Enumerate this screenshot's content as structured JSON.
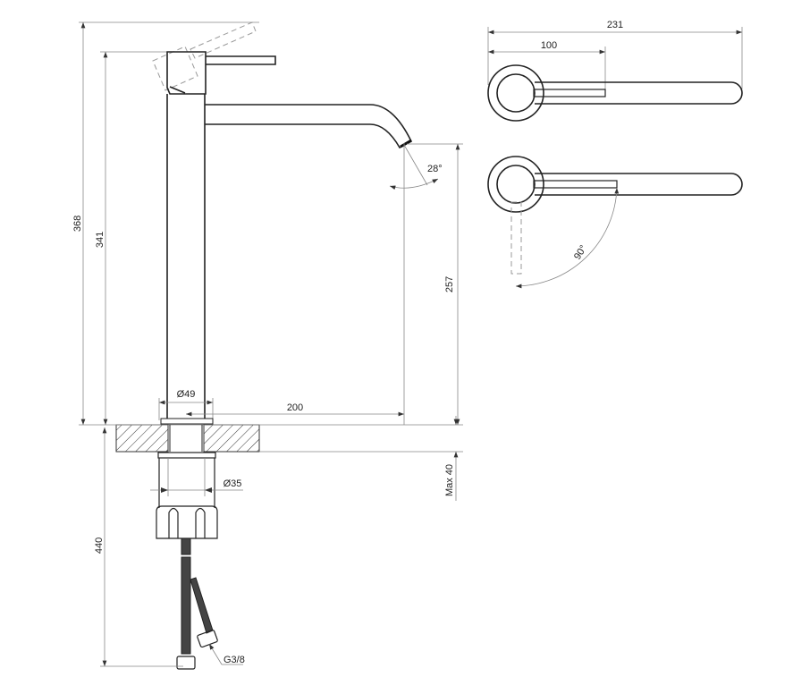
{
  "drawing": {
    "side_view": {
      "height_total": "368",
      "height_handle": "341",
      "spout_height": "257",
      "spout_angle": "28°",
      "body_diameter": "Ø49",
      "spout_reach": "200",
      "shank_diameter": "Ø35",
      "max_counter_thickness": "Max 40",
      "hose_length": "440",
      "connection_thread": "G3/8"
    },
    "top_view": {
      "overall_length": "231",
      "handle_length": "100",
      "handle_rotation": "90°"
    }
  }
}
